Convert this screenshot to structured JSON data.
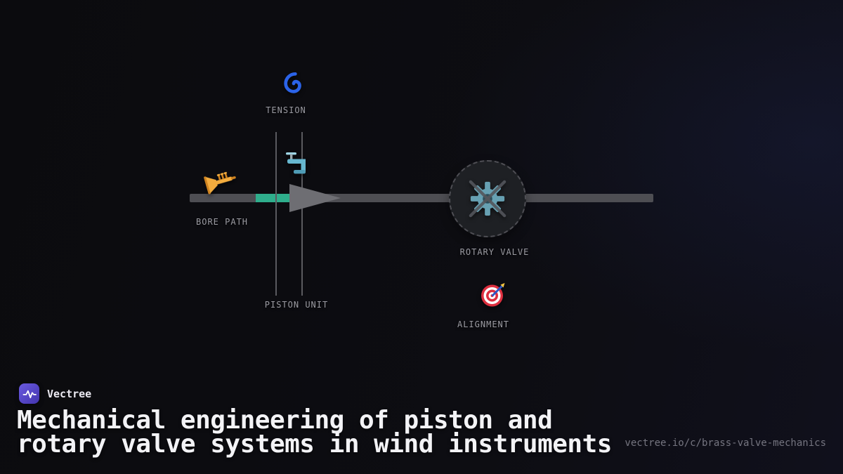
{
  "theme": {
    "bg": "#0b0b0e",
    "bar_gray": "#4e4e53",
    "accent_green": "#2fae8c",
    "line_gray": "#5a5a5f",
    "triangle_gray": "#6e6e73",
    "circle_fill": "#1e2024",
    "circle_border": "#4e4e54",
    "label_gray": "#9b9ba2",
    "heading_color": "#f3f3f6",
    "url_color": "#757580",
    "brand_color": "#eceaf2",
    "logo_purple": "#6a5ae0",
    "logo_purple_dark": "#4334ae",
    "spiral_blue": "#2b63e8",
    "gear_teal": "#67a0b2",
    "target_red": "#dd2f3f",
    "trumpet_gold": "#f3ac3e"
  },
  "diagram": {
    "bore_path_label": "BORE PATH",
    "tension_label": "TENSION",
    "piston_unit_label": "PISTON UNIT",
    "rotary_valve_label": "ROTARY VALVE",
    "alignment_label": "ALIGNMENT",
    "icons": {
      "mouthpiece": "trumpet-icon",
      "tension": "cyclone-spiral-icon",
      "piston": "c-clamp-icon",
      "rotary_valve": "crossed-gear-icon",
      "alignment": "target-dart-icon"
    }
  },
  "footer": {
    "brand": "Vectree",
    "title": "Mechanical engineering of piston and rotary valve systems in wind instruments",
    "url": "vectree.io/c/brass-valve-mechanics"
  }
}
